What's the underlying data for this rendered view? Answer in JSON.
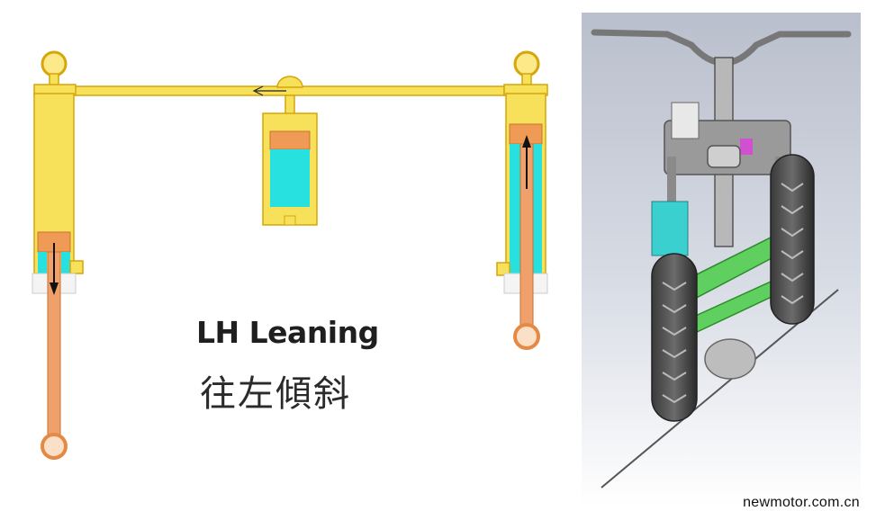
{
  "title_en": "LH Leaning",
  "title_zh": "往左傾斜",
  "watermark": "newmotor.com.cn",
  "colors": {
    "cylinder_body": "#f7e15a",
    "cylinder_outline": "#d6a60a",
    "piston": "#ef9a55",
    "fluid": "#27e0e0",
    "rod": "#f0a06a",
    "render_bg": "#d7dbe4"
  }
}
